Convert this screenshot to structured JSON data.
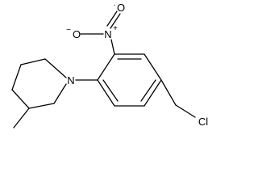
{
  "atoms": {
    "n_ring": "N",
    "n_nitro": "N",
    "n_nitro_charge": "+",
    "o_upper": "O",
    "o_upper_charge": "·",
    "o_left": "O",
    "o_left_charge": "−",
    "chlorine": "Cl"
  }
}
